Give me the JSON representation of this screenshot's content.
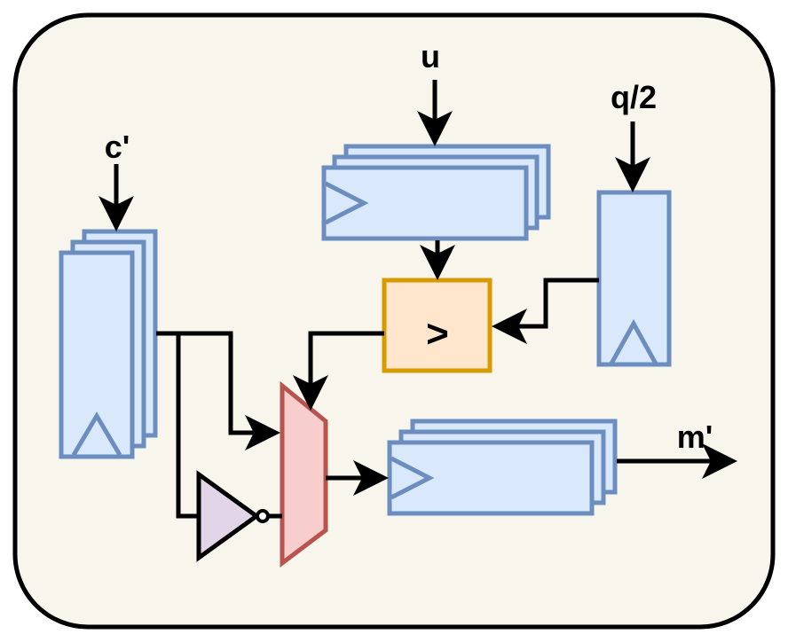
{
  "labels": {
    "c_prime": "c'",
    "u": "u",
    "q_half": "q/2",
    "compare_op": ">",
    "m_prime": "m'"
  },
  "colors": {
    "background": "#f8f5ed",
    "border": "#000000",
    "register_fill": "#dae8fc",
    "register_stroke": "#6c8ebf",
    "comparator_fill": "#ffe6cc",
    "comparator_stroke": "#d79b00",
    "mux_fill": "#f8cecc",
    "mux_stroke": "#b85450",
    "inverter_fill": "#e1d5e7",
    "wire": "#000000"
  }
}
